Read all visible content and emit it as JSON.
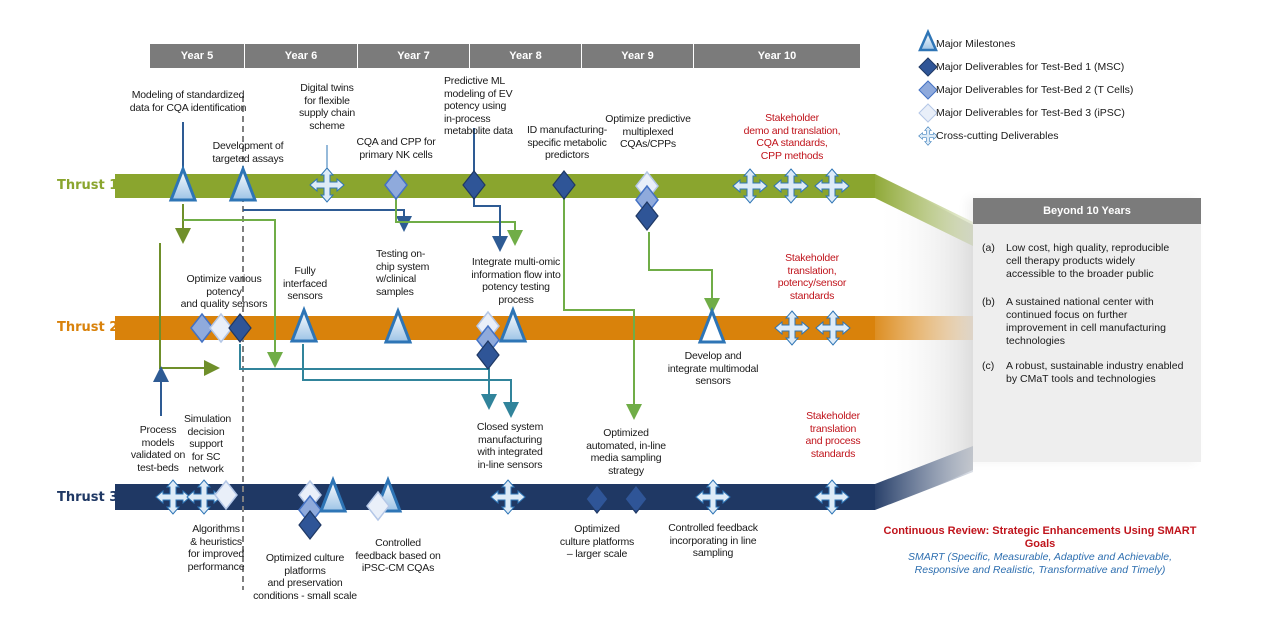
{
  "years": [
    "Year 5",
    "Year 6",
    "Year 7",
    "Year 8",
    "Year 9",
    "Year 10"
  ],
  "thrusts": [
    {
      "label": "Thrust 1",
      "color": "#8aa52e"
    },
    {
      "label": "Thrust 2",
      "color": "#d9820b"
    },
    {
      "label": "Thrust 3",
      "color": "#1f3864"
    }
  ],
  "legend": [
    {
      "icon": "triangle-milestone-icon",
      "label": "Major Milestones"
    },
    {
      "icon": "diamond-dark-icon",
      "label": "Major Deliverables for Test-Bed 1 (MSC)"
    },
    {
      "icon": "diamond-medium-icon",
      "label": "Major Deliverables for Test-Bed 2 (T Cells)"
    },
    {
      "icon": "diamond-light-icon",
      "label": "Major Deliverables for Test-Bed 3 (iPSC)"
    },
    {
      "icon": "cross-arrows-icon",
      "label": "Cross-cutting Deliverables"
    }
  ],
  "colors": {
    "milestone_stroke": "#2e75b6",
    "diamond_tb1": "#2f5597",
    "diamond_tb2": "#8faadc",
    "diamond_tb3": "#dae3f3",
    "cross_fill": "#ddebf7",
    "arrow_green": "#70ad47",
    "arrow_olive": "#6f8f2a",
    "arrow_blue": "#2e5b94",
    "arrow_teal": "#31849b",
    "red_text": "#c0141c",
    "blue_italic_text": "#2e6fb0"
  },
  "labels": {
    "t1_modeling": "Modeling of standardized\ndata for CQA identification",
    "t1_assays": "Development of\ntargeted assays",
    "t1_digital_twins": "Digital twins\nfor flexible\nsupply chain\nscheme",
    "t1_nk_cells": "CQA and CPP for\nprimary NK cells",
    "t1_predictive_ml": "Predictive ML\nmodeling of EV\npotency using\nin-process\nmetabolite data",
    "t1_id_metabolic": "ID manufacturing-\nspecific metabolic\npredictors",
    "t1_optimize_cqas": "Optimize predictive\nmultiplexed\nCQAs/CPPs",
    "t1_stakeholder": "Stakeholder\ndemo and translation,\nCQA standards,\nCPP methods",
    "t2_optimize_sensors": "Optimize various\npotency\nand quality sensors",
    "t2_fully_interfaced": "Fully\ninterfaced\nsensors",
    "t2_testing_chip": "Testing on-\nchip system\nw/clinical\nsamples",
    "t2_multiomic": "Integrate multi-omic\ninformation flow into\npotency testing\nprocess",
    "t2_multimodal": "Develop and\nintegrate multimodal\nsensors",
    "t2_stakeholder": "Stakeholder\ntranslation,\npotency/sensor\nstandards",
    "t3_process_models": "Process\nmodels\nvalidated on\ntest-beds",
    "t3_simulation": "Simulation\ndecision\nsupport\nfor SC\nnetwork",
    "t3_algorithms": "Algorithms\n& heuristics\nfor improved\nperformance",
    "t3_culture_small": "Optimized culture\nplatforms\nand preservation\nconditions  - small scale",
    "t3_feedback_ipsc": "Controlled\nfeedback based on\niPSC-CM CQAs",
    "t3_closed_system": "Closed system\nmanufacturing\nwith integrated\nin-line sensors",
    "t3_culture_large": "Optimized\nculture platforms\n– larger scale",
    "t3_media_sampling": "Optimized\nautomated, in-line\nmedia sampling\nstrategy",
    "t3_feedback_inline": "Controlled feedback\nincorporating in line\nsampling",
    "t3_stakeholder": "Stakeholder\ntranslation\nand process\nstandards"
  },
  "beyond": {
    "title": "Beyond 10 Years",
    "items": [
      {
        "tag": "(a)",
        "text": "Low cost, high quality, reproducible cell therapy products widely accessible to the broader public"
      },
      {
        "tag": "(b)",
        "text": "A sustained national center with continued focus on further improvement in cell manufacturing technologies"
      },
      {
        "tag": "(c)",
        "text": "A robust, sustainable industry enabled by CMaT tools and technologies"
      }
    ]
  },
  "review": {
    "title": "Continuous Review: Strategic Enhancements Using SMART Goals",
    "subtitle": "SMART (Specific, Measurable, Adaptive and Achievable,\nResponsive and Realistic, Transformative and Timely)"
  }
}
